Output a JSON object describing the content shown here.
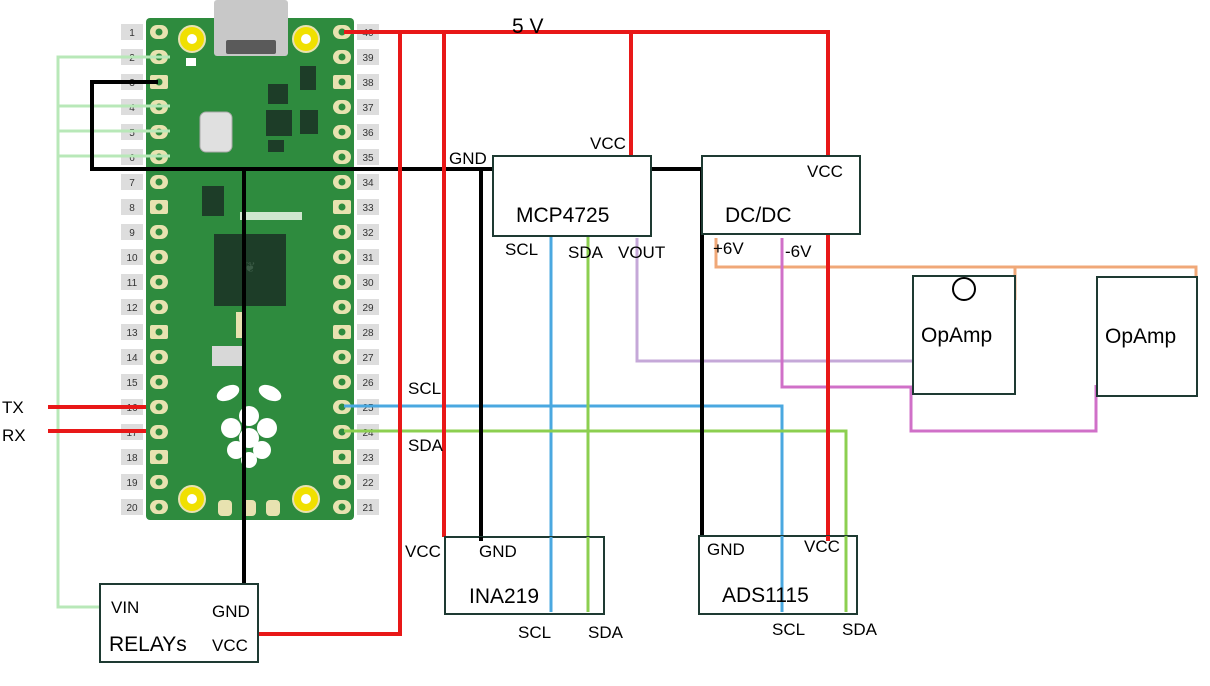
{
  "labels": {
    "five_v": "5 V",
    "tx": "TX",
    "rx": "RX",
    "pico_scl": "SCL",
    "pico_sda": "SDA"
  },
  "modules": {
    "mcp4725": {
      "title": "MCP4725",
      "vcc": "VCC",
      "gnd": "GND",
      "scl": "SCL",
      "sda": "SDA",
      "vout": "VOUT"
    },
    "dcdc": {
      "title": "DC/DC",
      "vcc": "VCC",
      "pos6": "+6V",
      "neg6": "-6V"
    },
    "opamp1": {
      "title": "OpAmp"
    },
    "opamp2": {
      "title": "OpAmp"
    },
    "ina219": {
      "title": "INA219",
      "vcc": "VCC",
      "gnd": "GND",
      "scl": "SCL",
      "sda": "SDA"
    },
    "ads1115": {
      "title": "ADS1115",
      "gnd": "GND",
      "vcc": "VCC",
      "scl": "SCL",
      "sda": "SDA"
    },
    "relays": {
      "title": "RELAYs",
      "vin": "VIN",
      "gnd": "GND",
      "vcc": "VCC"
    }
  },
  "pico": {
    "left_pins": [
      "1",
      "2",
      "3",
      "4",
      "5",
      "6",
      "7",
      "8",
      "9",
      "10",
      "11",
      "12",
      "13",
      "14",
      "15",
      "16",
      "17",
      "18",
      "19",
      "20"
    ],
    "right_pins": [
      "40",
      "39",
      "38",
      "37",
      "36",
      "35",
      "34",
      "33",
      "32",
      "31",
      "30",
      "29",
      "28",
      "27",
      "26",
      "25",
      "24",
      "23",
      "22",
      "21"
    ]
  },
  "colors": {
    "board": "#2e8b3e",
    "power": "#e81818",
    "ground": "#000000",
    "scl": "#4aa8e0",
    "sda": "#8ccf50",
    "vout": "#c5a8d8",
    "pos6": "#f0a878",
    "neg6": "#d070c8",
    "relay_in": "#b8e8b8",
    "pin_label_bg": "#dddddd",
    "pad": "#e8e2b0",
    "mount_hole": "#f0e000"
  }
}
